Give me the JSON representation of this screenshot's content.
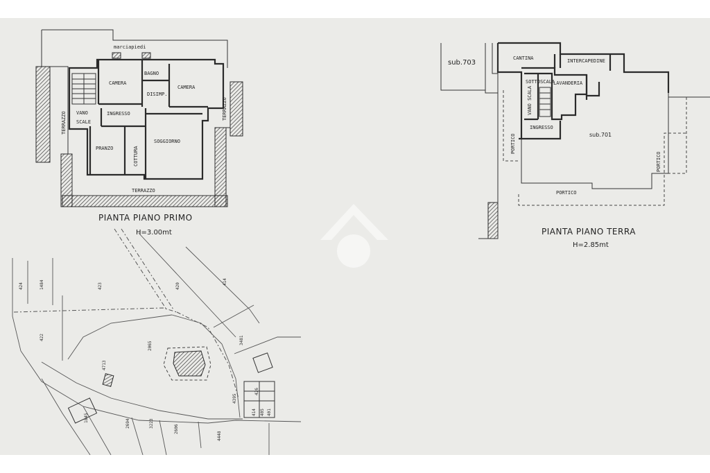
{
  "first_floor": {
    "title": "PIANTA PIANO PRIMO",
    "height": "H=3.00mt",
    "rooms": {
      "marciapiedi": "marciapiedi",
      "camera_left": "CAMERA",
      "bagno": "BAGNO",
      "disimp": "DISIMP.",
      "camera_right": "CAMERA",
      "vano": "VANO",
      "scale": "SCALE",
      "ingresso": "INGRESSO",
      "pranzo": "PRANZO",
      "cottura": "COTTURA",
      "soggiorno": "SOGGIORNO",
      "terrazzo_left": "TERRAZZO",
      "terrazzo_right": "TERRAZZO",
      "terrazzo_bottom": "TERRAZZO"
    }
  },
  "ground_floor": {
    "title": "PIANTA PIANO TERRA",
    "height": "H=2.85mt",
    "rooms": {
      "sub703": "sub.703",
      "cantina": "CANTINA",
      "intercapedine": "INTERCAPEDINE",
      "sottoscala": "SOTTOSCALA",
      "lavanderia": "LAVANDERIA",
      "vano_scala": "VANO SCALA",
      "ingresso": "INGRESSO",
      "sub701": "sub.701",
      "portico_left": "PORTICO",
      "portico_right": "PORTICO",
      "portico_bottom": "PORTICO"
    }
  },
  "site_map": {
    "parcels": {
      "p424": "424",
      "p1484": "1484",
      "p423": "423",
      "p420": "420",
      "p414a": "414",
      "p422": "422",
      "p3481": "3481",
      "p2065": "2065",
      "p4713": "4713",
      "p1845": "1845",
      "p2694": "2694",
      "p3223": "3223",
      "p2606": "2606",
      "p4448": "4448",
      "p4395": "4395",
      "p426": "426",
      "p414b": "414",
      "p405": "405",
      "p401": "401"
    }
  }
}
